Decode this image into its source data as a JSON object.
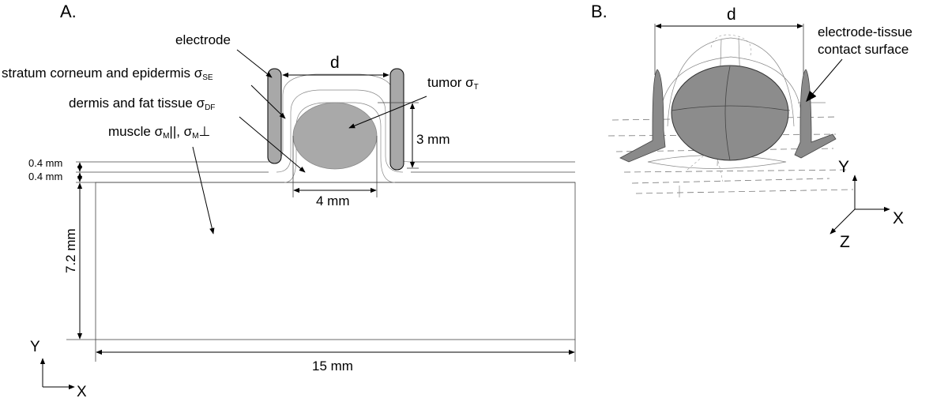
{
  "panel_a": {
    "label": "A.",
    "electrode": "electrode",
    "se_text": "stratum corneum and epidermis σ",
    "se_sub": "SE",
    "df_text": "dermis and fat tissue σ",
    "df_sub": "DF",
    "tumor_text": "tumor σ",
    "tumor_sub": "T",
    "muscle_text": "muscle σ",
    "muscle_sub1": "M",
    "muscle_par": "||, σ",
    "muscle_sub2": "M",
    "muscle_perp": "⊥",
    "d": "d",
    "dim_3mm": "3 mm",
    "dim_4mm": "4 mm",
    "dim_04a": "0.4 mm",
    "dim_04b": "0.4 mm",
    "dim_72": "7.2 mm",
    "dim_15": "15 mm",
    "axis_y": "Y",
    "axis_x": "X"
  },
  "panel_b": {
    "label": "B.",
    "d": "d",
    "contact_line1": "electrode-tissue",
    "contact_line2": "contact surface",
    "axis_y": "Y",
    "axis_x": "X",
    "axis_z": "Z"
  },
  "colors": {
    "electrode_fill": "#a8a8a8",
    "tumor_fill": "#a9a9a9",
    "tumor3d_fill": "#8c8c8c",
    "electrode3d_fill": "#8a8a8a"
  }
}
